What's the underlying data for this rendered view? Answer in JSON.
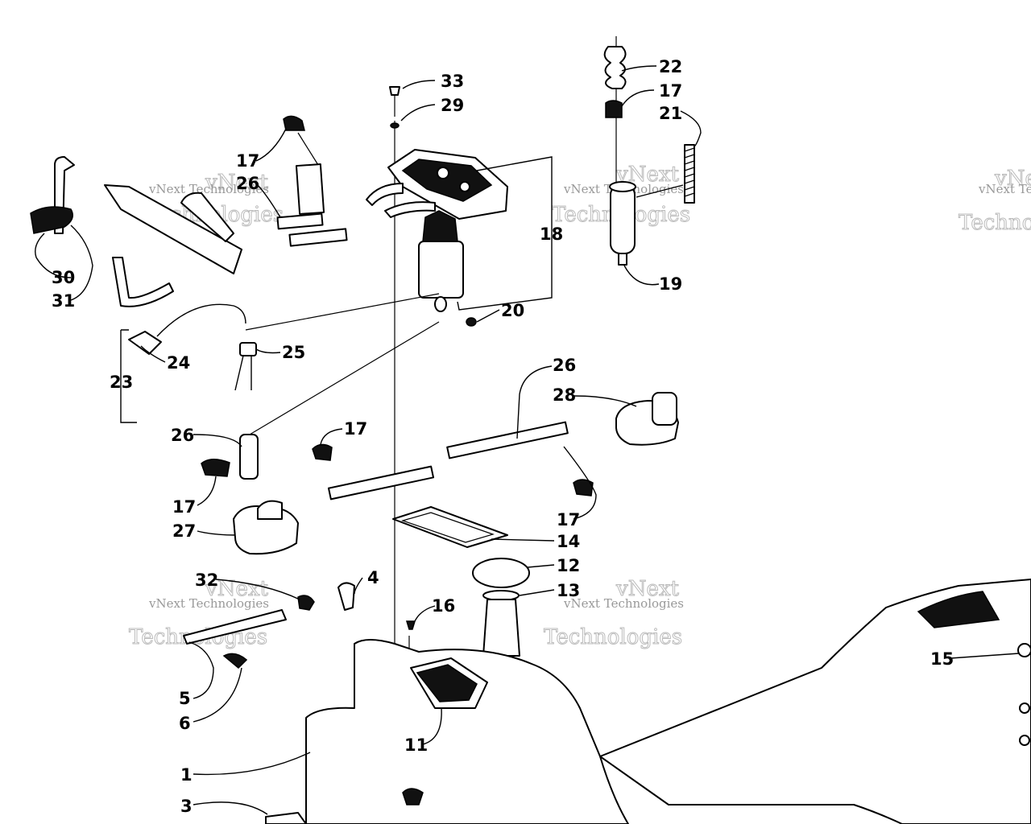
{
  "watermark": {
    "line1": "vNext",
    "line2": "vNext Technologies",
    "line3": "Technologies"
  },
  "callouts": [
    {
      "id": "c1",
      "text": "1"
    },
    {
      "id": "c3",
      "text": "3"
    },
    {
      "id": "c4",
      "text": "4"
    },
    {
      "id": "c5",
      "text": "5"
    },
    {
      "id": "c6",
      "text": "6"
    },
    {
      "id": "c11",
      "text": "11"
    },
    {
      "id": "c12",
      "text": "12"
    },
    {
      "id": "c13",
      "text": "13"
    },
    {
      "id": "c14",
      "text": "14"
    },
    {
      "id": "c15",
      "text": "15"
    },
    {
      "id": "c16",
      "text": "16"
    },
    {
      "id": "c17a",
      "text": "17"
    },
    {
      "id": "c17b",
      "text": "17"
    },
    {
      "id": "c17c",
      "text": "17"
    },
    {
      "id": "c17d",
      "text": "17"
    },
    {
      "id": "c17e",
      "text": "17"
    },
    {
      "id": "c18",
      "text": "18"
    },
    {
      "id": "c19",
      "text": "19"
    },
    {
      "id": "c20",
      "text": "20"
    },
    {
      "id": "c21",
      "text": "21"
    },
    {
      "id": "c22",
      "text": "22"
    },
    {
      "id": "c23",
      "text": "23"
    },
    {
      "id": "c24",
      "text": "24"
    },
    {
      "id": "c25",
      "text": "25"
    },
    {
      "id": "c26a",
      "text": "26"
    },
    {
      "id": "c26b",
      "text": "26"
    },
    {
      "id": "c26c",
      "text": "26"
    },
    {
      "id": "c27",
      "text": "27"
    },
    {
      "id": "c28",
      "text": "28"
    },
    {
      "id": "c29",
      "text": "29"
    },
    {
      "id": "c30",
      "text": "30"
    },
    {
      "id": "c31",
      "text": "31"
    },
    {
      "id": "c32",
      "text": "32"
    },
    {
      "id": "c33",
      "text": "33"
    }
  ]
}
